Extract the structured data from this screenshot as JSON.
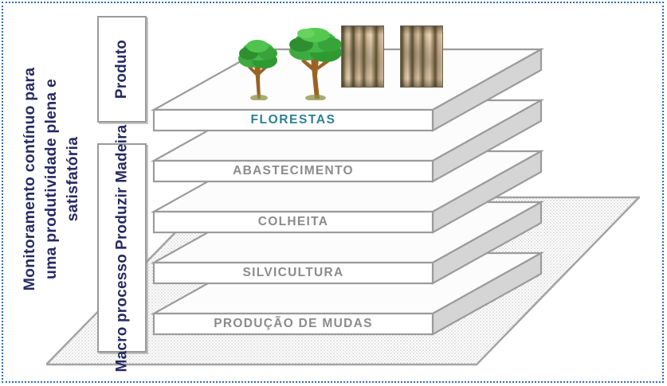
{
  "diagram": {
    "title_lines": [
      "Monitoramento contínuo para",
      "uma produtividade plena e",
      "satisfatória"
    ],
    "side_boxes": [
      {
        "id": "produto",
        "label": "Produto"
      },
      {
        "id": "macro-processo",
        "label_line1": "Macro processo",
        "label_line2": "Produzir Madeira"
      }
    ],
    "layers": [
      {
        "id": "florestas",
        "label": "FLORESTAS",
        "accent": true,
        "color": "#2d7f92"
      },
      {
        "id": "abastecimento",
        "label": "ABASTECIMENTO",
        "accent": false,
        "color": "#8b8b8b"
      },
      {
        "id": "colheita",
        "label": "COLHEITA",
        "accent": false,
        "color": "#8b8b8b"
      },
      {
        "id": "silvicultura",
        "label": "SILVICULTURA",
        "accent": false,
        "color": "#8b8b8b"
      },
      {
        "id": "producao-de-mudas",
        "label": "PRODUÇÃO  DE  MUDAS",
        "accent": false,
        "color": "#8b8b8b"
      }
    ],
    "artwork": {
      "trees": [
        {
          "name": "tree-small"
        },
        {
          "name": "tree-large"
        }
      ],
      "photos": [
        {
          "name": "tree-trunk-photo-1"
        },
        {
          "name": "tree-trunk-photo-2"
        }
      ]
    },
    "colors": {
      "navy_text": "#262a63",
      "accent_teal": "#2d7f92",
      "layer_gray": "#8b8b8b",
      "slab_outline": "#9a9a9a",
      "frame_blue": "#2f6cb5",
      "tree_green": "#2fa13a",
      "tree_trunk": "#9a6324"
    }
  }
}
